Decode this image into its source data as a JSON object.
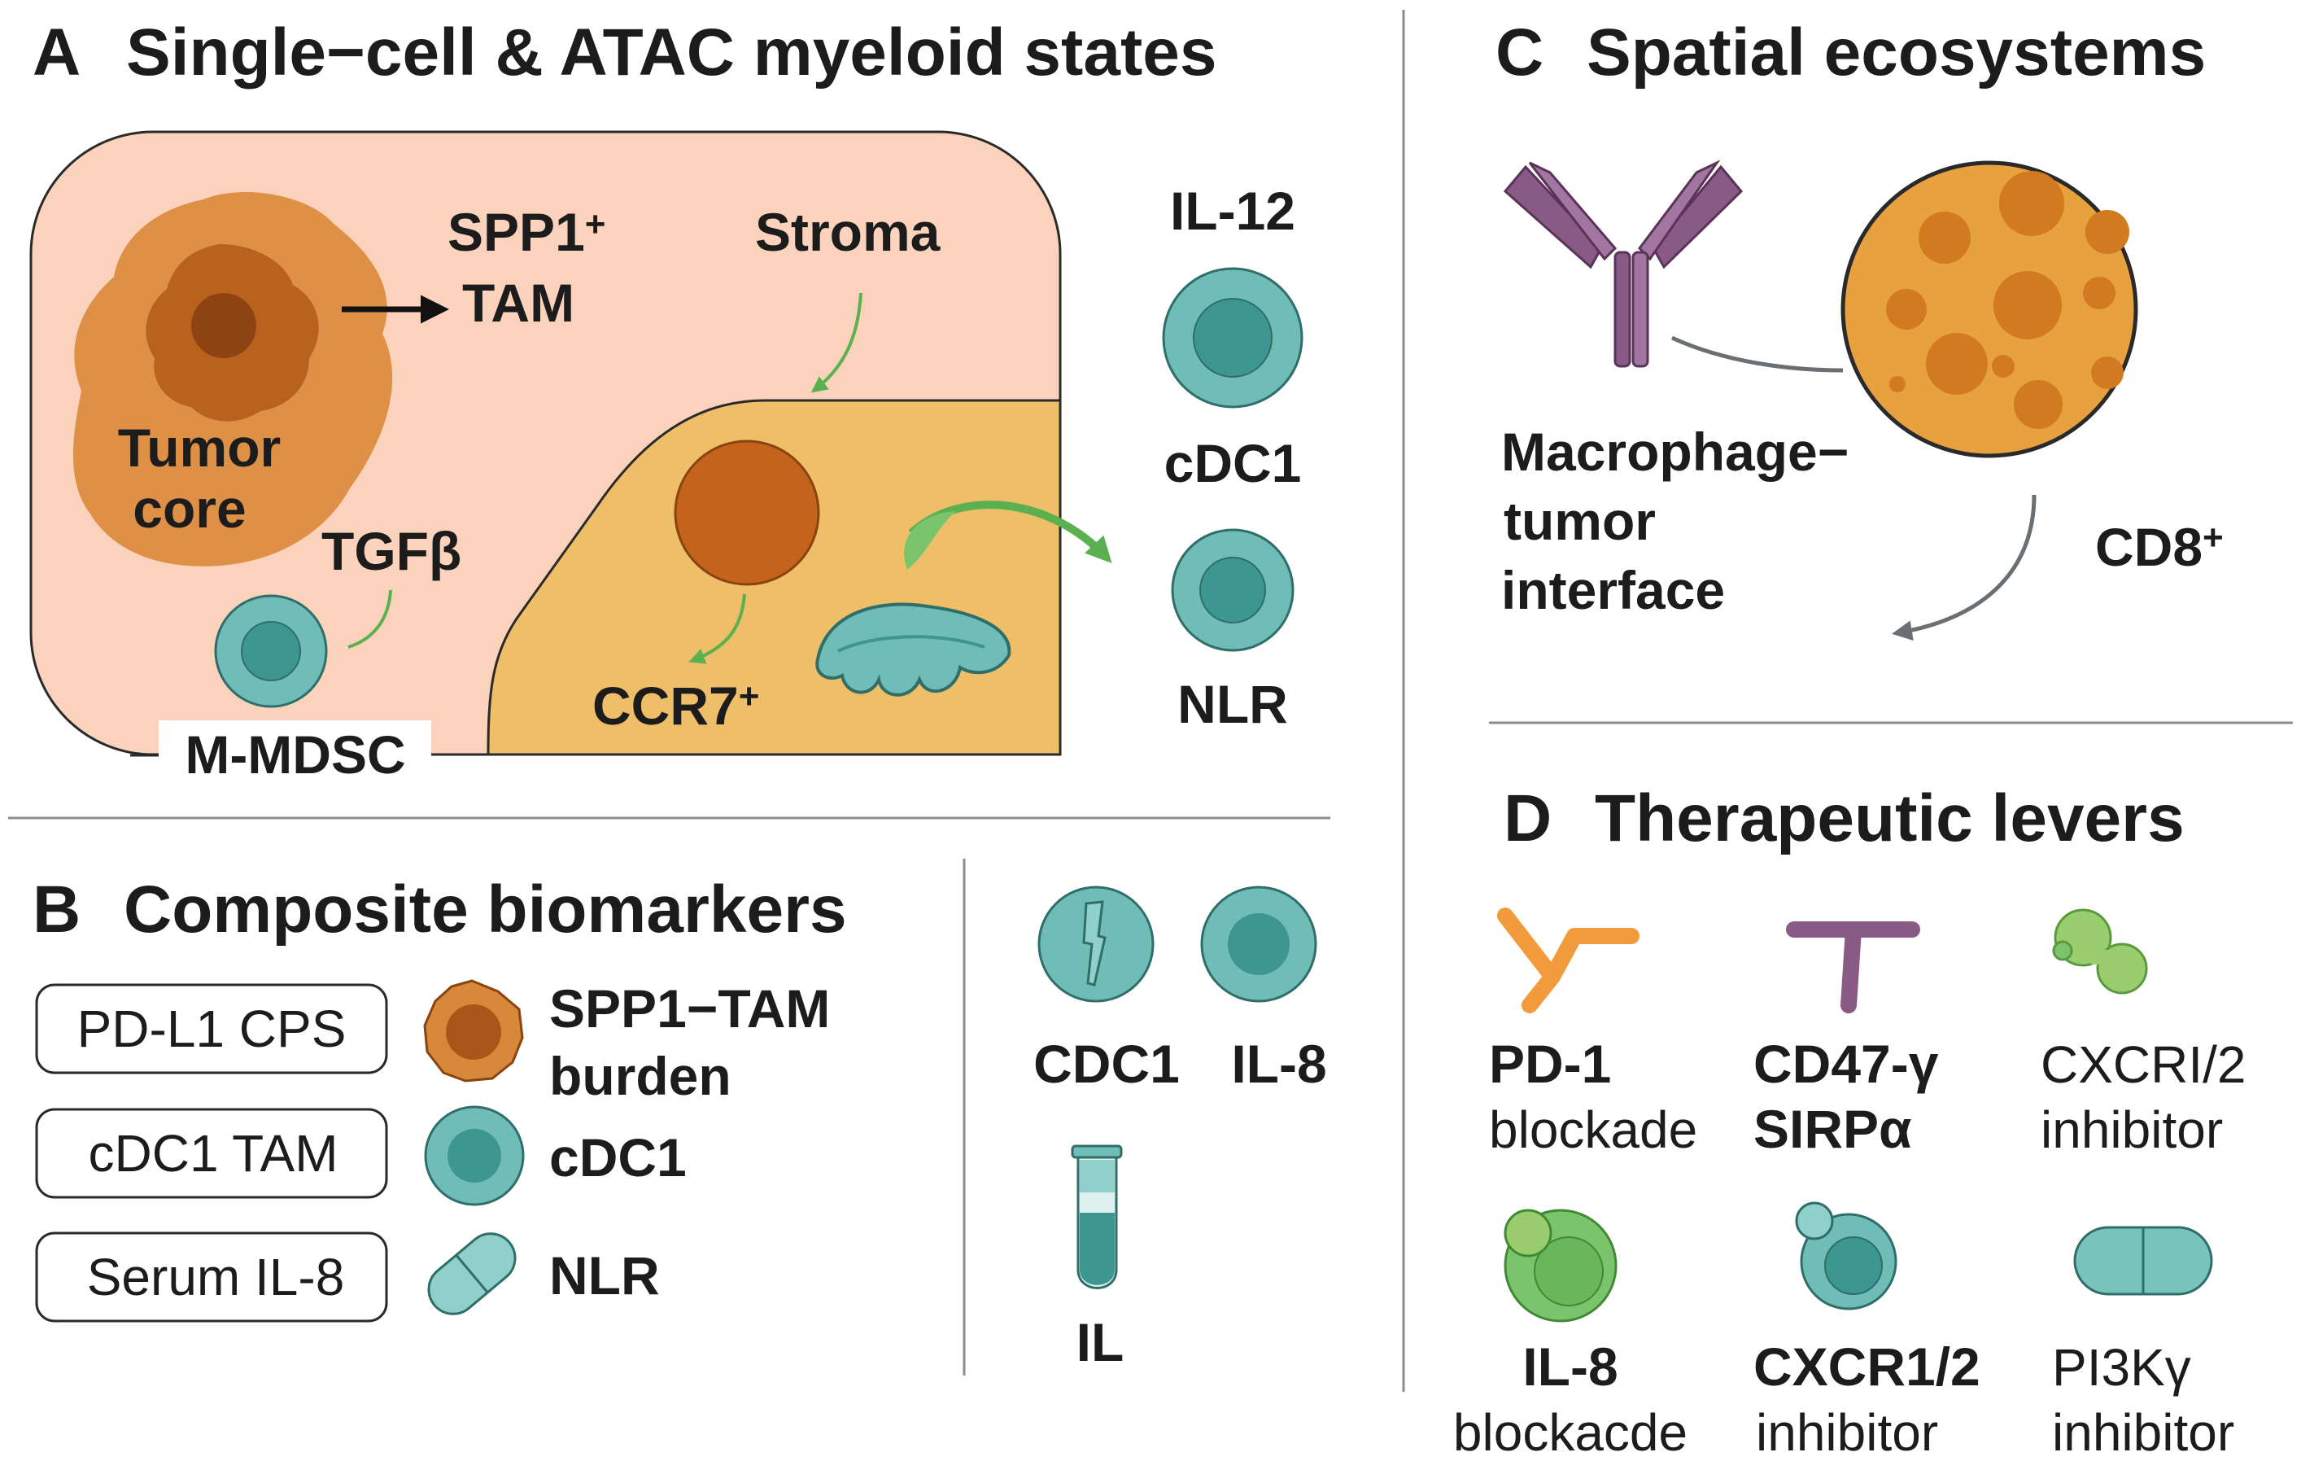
{
  "panels": {
    "a": {
      "letter": "A",
      "title": "Single−cell & ATAC myeloid states"
    },
    "b": {
      "letter": "B",
      "title": "Composite biomarkers"
    },
    "c": {
      "letter": "C",
      "title": "Spatial ecosystems"
    },
    "d": {
      "letter": "D",
      "title": "Therapeutic levers"
    }
  },
  "panel_a": {
    "spp1_line1": "SPP1",
    "spp1_sup": "+",
    "spp1_line2": "TAM",
    "stroma": "Stroma",
    "tumor_line1": "Tumor",
    "tumor_line2": "core",
    "tgfb": "TGFβ",
    "m_mdsc": "M-MDSC",
    "ccr7": "CCR7",
    "ccr7_sup": "+",
    "il12": "IL-12",
    "cdc1": "cDC1",
    "nlr": "NLR"
  },
  "panel_b": {
    "boxes": [
      "PD-L1 CPS",
      "cDC1 TAM",
      "Serum IL-8"
    ],
    "markers": [
      {
        "line1": "SPP1−TAM",
        "line2": "burden",
        "icon": "spp1-tam-cell-icon"
      },
      {
        "line1": "cDC1",
        "line2": "",
        "icon": "cdc1-cell-icon"
      },
      {
        "line1": "NLR",
        "line2": "",
        "icon": "capsule-icon"
      }
    ],
    "right": {
      "cdc1": "CDC1",
      "il8": "IL-8",
      "il": "IL"
    }
  },
  "panel_c": {
    "interface_line1": "Macrophage−",
    "interface_line2": "tumor",
    "interface_line3": "interface",
    "cd8": "CD8",
    "cd8_sup": "+"
  },
  "panel_d": {
    "levers": [
      {
        "line1": "PD-1",
        "line2": "blockade",
        "icon": "antibody-y-icon"
      },
      {
        "line1": "CD47-γ",
        "line2": "SIRPα",
        "icon": "t-blocker-icon"
      },
      {
        "line1": "CXCRI/2",
        "line2": "inhibitor",
        "icon": "molecule-icon"
      },
      {
        "line1": "IL-8",
        "line2": "blockacde",
        "icon": "green-cell-icon"
      },
      {
        "line1": "CXCR1/2",
        "line2": "inhibitor",
        "icon": "teal-cell-icon"
      },
      {
        "line1": "PI3Kγ",
        "line2": "inhibitor",
        "icon": "capsule-icon"
      }
    ]
  },
  "colors": {
    "tumor_region": "#fbd2bb",
    "stroma_region": "#eebf68",
    "tumor_orange": "#d7883a",
    "tumor_dark": "#b4611d",
    "teal": "#6fbdb6",
    "teal_dark": "#3e9690",
    "green": "#6ab65a",
    "purple": "#8a5a87",
    "divider": "#8c8c8c"
  }
}
